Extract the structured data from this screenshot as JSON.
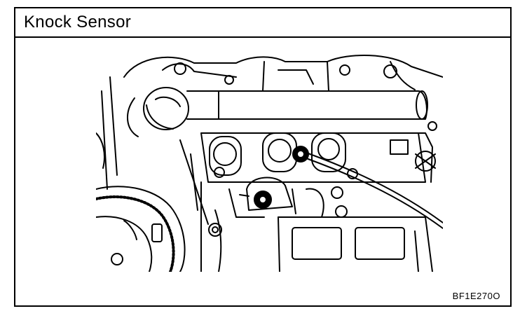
{
  "header": {
    "title": "Knock Sensor"
  },
  "figure": {
    "code": "BF1E270O",
    "line_color": "#000000",
    "background": "#ffffff",
    "icon": "engine-line-drawing"
  }
}
